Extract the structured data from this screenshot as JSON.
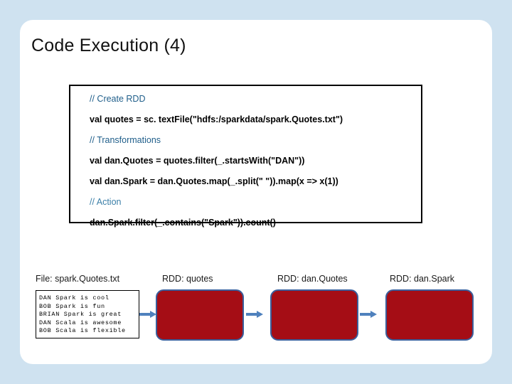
{
  "slide": {
    "title": "Code Execution (4)",
    "code": {
      "lines": [
        {
          "text": "// Create RDD",
          "style": "comment",
          "highlighted": true
        },
        {
          "text": "val quotes = sc. textFile(\"hdfs:/sparkdata/spark.Quotes.txt\")",
          "style": "code",
          "highlighted": true
        },
        {
          "text": "// Transformations",
          "style": "comment",
          "highlighted": true
        },
        {
          "text": "val dan.Quotes = quotes.filter(_.startsWith(\"DAN\"))",
          "style": "code",
          "highlighted": true
        },
        {
          "text": "val dan.Spark = dan.Quotes.map(_.split(\" \")).map(x => x(1))",
          "style": "code",
          "highlighted": true
        },
        {
          "text": "// Action",
          "style": "comment",
          "highlighted": true
        },
        {
          "text": "dan.Spark.filter(_.contains(\"Spark\")).count()",
          "style": "code",
          "highlighted": false
        }
      ]
    },
    "diagram": {
      "labels": {
        "file": "File: spark.Quotes.txt",
        "quotes": "RDD: quotes",
        "dan_quotes": "RDD: dan.Quotes",
        "dan_spark": "RDD: dan.Spark"
      },
      "file_contents": [
        "DAN Spark is cool",
        "BOB Spark is fun",
        "BRIAN Spark is great",
        "DAN Scala is awesome",
        "BOB Scala is flexible"
      ],
      "rdd_color": "#a50d15",
      "rdd_border_color": "#3a5f9c",
      "arrow_color": "#4f81bd",
      "highlight_color": "#2a86cc"
    }
  }
}
